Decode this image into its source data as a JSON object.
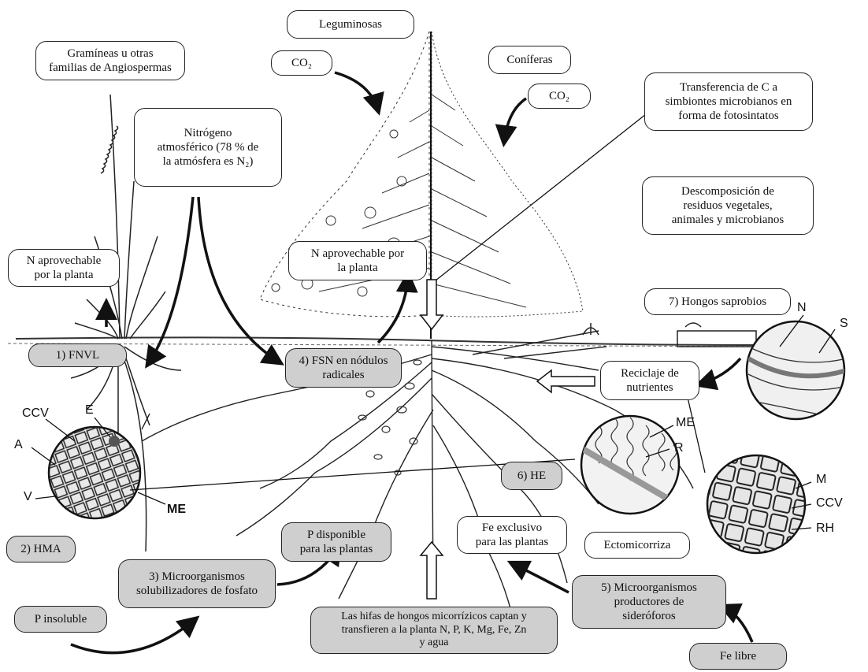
{
  "boxes": {
    "leguminosas": "Leguminosas",
    "co2_left": "CO₂",
    "coniferas": "Coníferas",
    "co2_right": "CO₂",
    "gramineas": "Gramíneas u otras\nfamilias de Angiospermas",
    "nitrogeno": "Nitrógeno\natmosférico (78 % de\nla atmósfera es N₂)",
    "transferencia": "Transferencia de C a\nsimbiontes microbianos en\nforma de fotosintatos",
    "descomposicion": "Descomposición de\nresiduos vegetales,\nanimales y microbianos",
    "n_aprov_left": "N aprovechable\npor la planta",
    "n_aprov_center": "N aprovechable por\nla planta",
    "hongos_saprobios": "7) Hongos saprobios",
    "fnvl": "1) FNVL",
    "fsn": "4) FSN en nódulos\nradicales",
    "reciclaje": "Reciclaje de\nnutrientes",
    "he": "6) HE",
    "hma": "2) HMA",
    "p_disponible": "P disponible\npara las plantas",
    "fe_exclusivo": "Fe exclusivo\npara las plantas",
    "ectomicorriza": "Ectomicorriza",
    "microorg_fosfato": "3) Microorganismos\nsolubilizadores de fosfato",
    "microorg_sideroforos": "5) Microorganismos\nproductores de\nsideróforos",
    "p_insoluble": "P insoluble",
    "hifas": "Las hifas de hongos micorrízicos captan y\ntransfieren a la planta N, P, K, Mg, Fe, Zn\ny agua",
    "fe_libre": "Fe libre"
  },
  "labels": {
    "ccv_left": "CCV",
    "e": "E",
    "a": "A",
    "v": "V",
    "me_left": "ME",
    "n": "N",
    "s": "S",
    "me_right": "ME",
    "r": "R",
    "m": "M",
    "ccv_right": "CCV",
    "rh": "RH"
  }
}
